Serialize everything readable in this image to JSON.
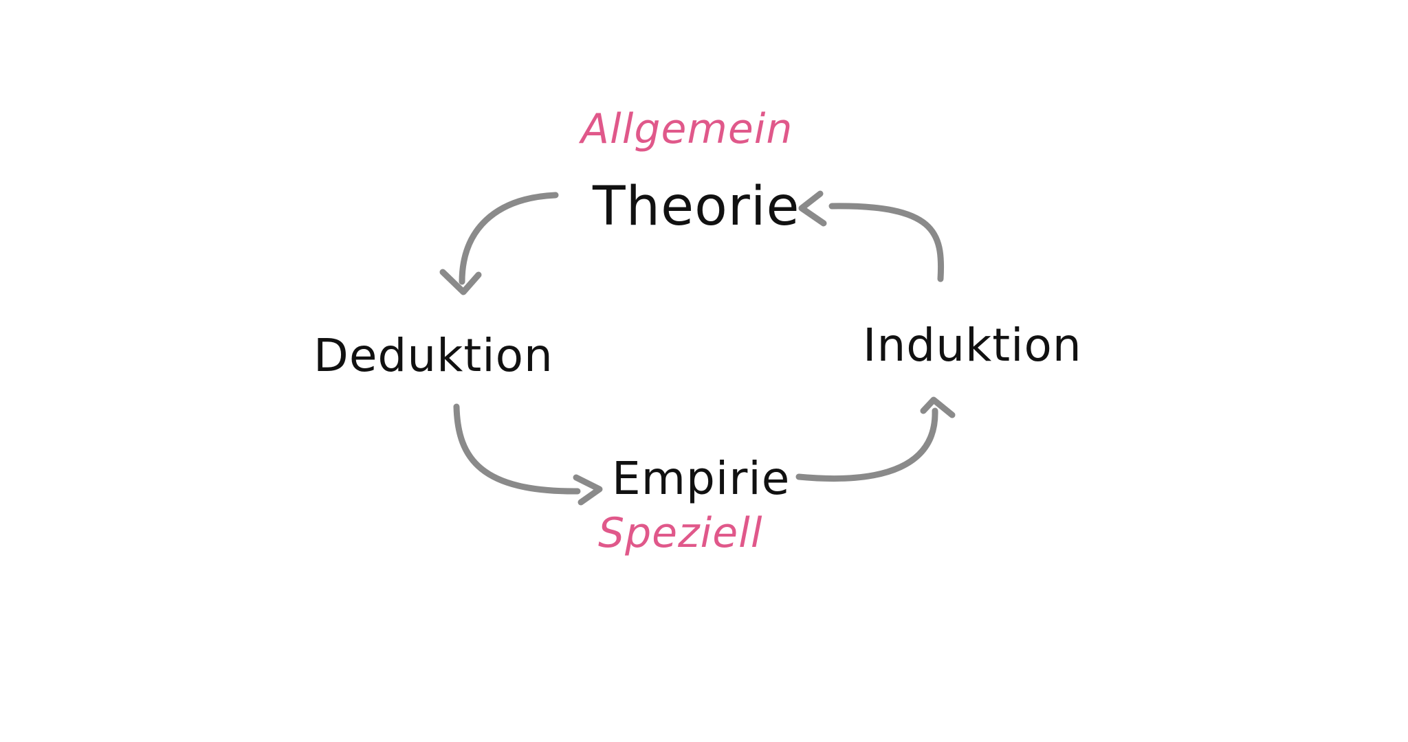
{
  "colors": {
    "text": "#111111",
    "accent": "#e0588a",
    "arrow": "#8a8a8a",
    "background": "#ffffff"
  },
  "diagram": {
    "top_level_label": "Allgemein",
    "bottom_level_label": "Speziell",
    "nodes": {
      "theorie": "Theorie",
      "deduktion": "Deduktion",
      "induktion": "Induktion",
      "empirie": "Empirie"
    },
    "edges": [
      {
        "from": "Theorie",
        "to": "Deduktion"
      },
      {
        "from": "Deduktion",
        "to": "Empirie"
      },
      {
        "from": "Empirie",
        "to": "Induktion"
      },
      {
        "from": "Induktion",
        "to": "Theorie"
      }
    ]
  }
}
